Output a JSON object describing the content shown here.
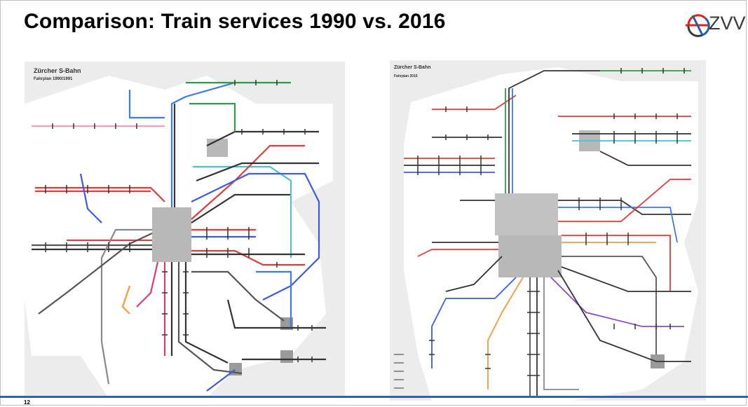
{
  "slide": {
    "title": "Comparison: Train services 1990 vs. 2016",
    "page_number": "12",
    "logo_text": "ZVV",
    "accent_color": "#2a64b8"
  },
  "map_left": {
    "title_line1": "Zürcher S-Bahn",
    "title_line2": "Fahrplan 1990/1991"
  },
  "map_right": {
    "title_line1": "Zürcher S-Bahn",
    "title_line2": "Fahrplan 2016"
  }
}
